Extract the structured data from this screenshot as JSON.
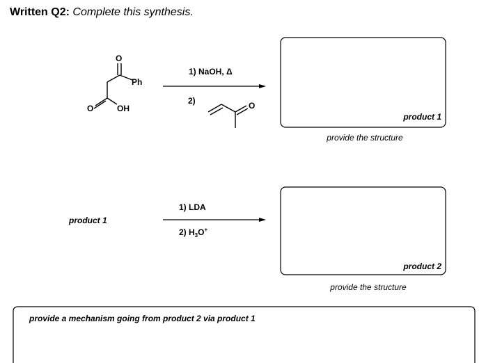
{
  "header": {
    "question_label": "Written Q2:",
    "instruction": "Complete this synthesis."
  },
  "reaction1": {
    "start_labels": {
      "carbonyl_o_top": "O",
      "phenyl": "Ph",
      "acid_o": "O",
      "acid_oh": "OH"
    },
    "step1": "1) NaOH, Δ",
    "step2_number": "2)",
    "reagent_o": "O",
    "box_label": "product 1",
    "box_caption": "provide the structure"
  },
  "reaction2": {
    "reactant": "product 1",
    "step1": "1) LDA",
    "step2_prefix": "2) H",
    "step2_sub": "3",
    "step2_o": "O",
    "step2_sup": "+",
    "box_label": "product 2",
    "box_caption": "provide the structure"
  },
  "mechanism": {
    "prompt": "provide a mechanism going from product 2 via product 1"
  }
}
